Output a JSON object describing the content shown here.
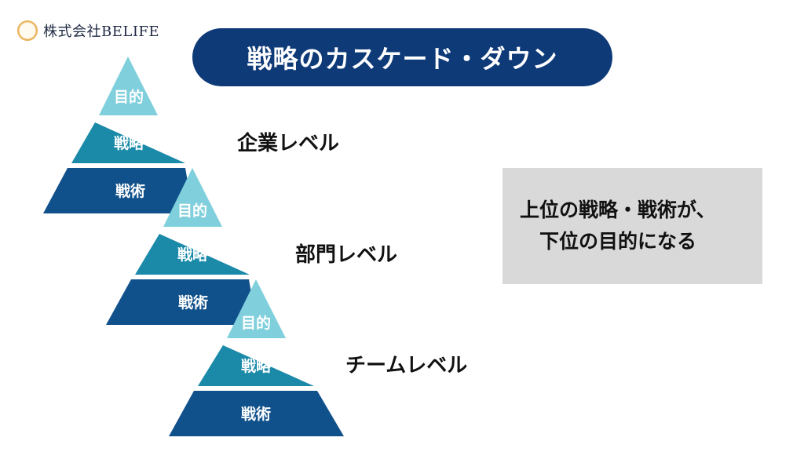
{
  "logo": {
    "icon": "circle-logo-icon",
    "company": "株式会社BELIFE",
    "accent": "#e9b25a"
  },
  "title": "戦略のカスケード・ダウン",
  "colors": {
    "title_bg": "#0e3a78",
    "purpose": "#7fcfdc",
    "strategy": "#1a8aa8",
    "tactics": "#11518b",
    "note_bg": "#d9d9d9"
  },
  "pyramids": [
    {
      "tiers": [
        "目的",
        "戦略",
        "戦術"
      ],
      "level": "企業レベル"
    },
    {
      "tiers": [
        "目的",
        "戦略",
        "戦術"
      ],
      "level": "部門レベル"
    },
    {
      "tiers": [
        "目的",
        "戦略",
        "戦術"
      ],
      "level": "チームレベル"
    }
  ],
  "note": {
    "line1": "上位の戦略・戦術が、",
    "line2": "下位の目的になる"
  }
}
